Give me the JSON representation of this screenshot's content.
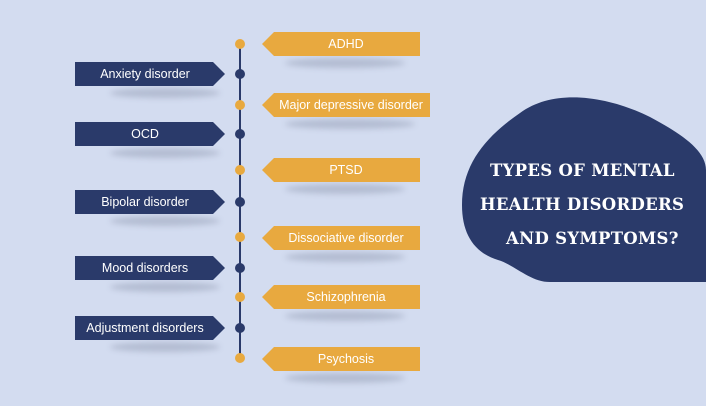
{
  "title": {
    "line1": "TYPES OF MENTAL",
    "line2": "HEALTH DISORDERS",
    "line3": "AND SYMPTOMS?"
  },
  "right_items": [
    "ADHD",
    "Major depressive disorder",
    "PTSD",
    "Dissociative disorder",
    "Schizophrenia",
    "Psychosis"
  ],
  "left_items": [
    "Anxiety disorder",
    "OCD",
    "Bipolar disorder",
    "Mood disorders",
    "Adjustment disorders"
  ],
  "colors": {
    "background": "#d3dcf0",
    "navy": "#2a3a6a",
    "orange": "#e8a93f",
    "text_on_tag": "#ffffff"
  }
}
